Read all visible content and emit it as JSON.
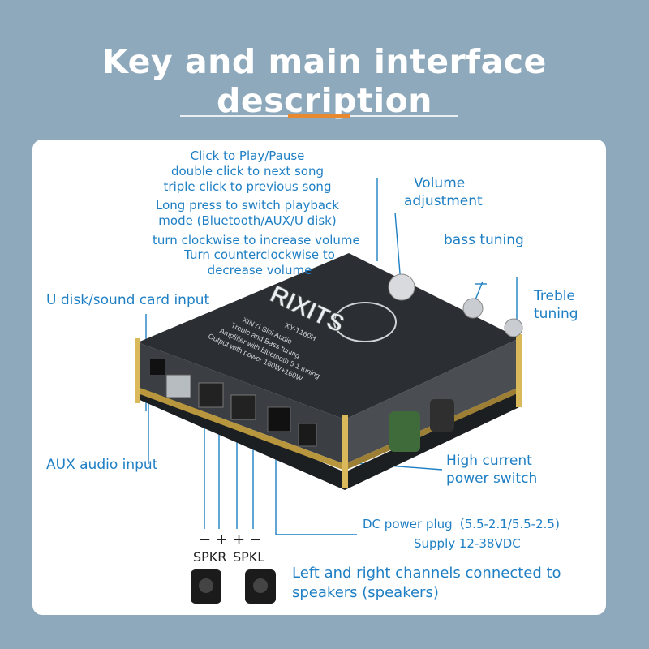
{
  "title": "Key and main interface description",
  "labels": {
    "play_pause": [
      "Click to Play/Pause",
      "double click to next song",
      "triple click to previous song"
    ],
    "long_press": [
      "Long press to switch playback",
      "mode (Bluetooth/AUX/U disk)"
    ],
    "clockwise": "turn clockwise to increase volume",
    "counterclockwise": [
      "Turn counterclockwise to",
      "decrease volume"
    ],
    "volume": [
      "Volume",
      "adjustment"
    ],
    "bass": "bass tuning",
    "treble": [
      "Treble",
      "tuning"
    ],
    "udisk": "U disk/sound card input",
    "aux": "AUX audio input",
    "power_switch": [
      "High current",
      "power switch"
    ],
    "dc_plug": "DC power plug（5.5-2.1/5.5-2.5)",
    "supply": "Supply 12-38VDC",
    "speaker_note": [
      "Left and right channels connected to",
      "speakers (speakers)"
    ],
    "spkr": "SPKR",
    "spkl": "SPKL",
    "spkr_poles": "− +",
    "spkl_poles": "+ −"
  },
  "board_text": {
    "watermark": "RIXITS",
    "model": "XY-T160H",
    "line1": "XINYI Sini Audio",
    "line2": "Treble and Bass tuning",
    "line3": "Amplifier with bluetooth 5.1 tuning",
    "line4": "Output with power 160W+160W"
  },
  "colors": {
    "background": "#8fa9bc",
    "accent": "#e8892f",
    "label": "#1e7fc4",
    "board": "#2b2f33"
  }
}
